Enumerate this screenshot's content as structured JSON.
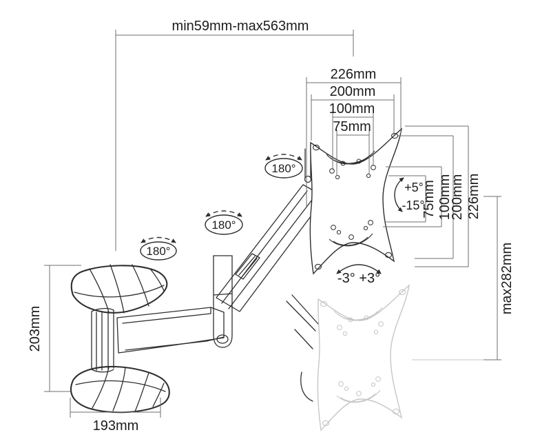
{
  "diagram": {
    "type": "technical-dimension-drawing",
    "subject": "Articulating TV wall-mount arm with VESA plate",
    "background": "#ffffff",
    "colors": {
      "drawing_line": "#2e2e2e",
      "dimension_line": "#6e6e6e",
      "ghost_line": "#c6c6c6",
      "text": "#1c1c1c"
    },
    "dimensions": {
      "extension_range": "min59mm-max563mm",
      "plate_width_outer": "226mm",
      "plate_width_200": "200mm",
      "plate_width_100": "100mm",
      "plate_width_75": "75mm",
      "plate_height_75": "75mm",
      "plate_height_100": "100mm",
      "plate_height_200": "200mm",
      "plate_height_outer": "226mm",
      "max_drop": "max282mm",
      "bracket_height": "203mm",
      "bracket_width": "193mm"
    },
    "angles": {
      "swivel": [
        "180°",
        "180°",
        "180°"
      ],
      "tilt_up": "+5°",
      "tilt_down": "-15°",
      "rotation_range": "-3° +3°"
    }
  }
}
